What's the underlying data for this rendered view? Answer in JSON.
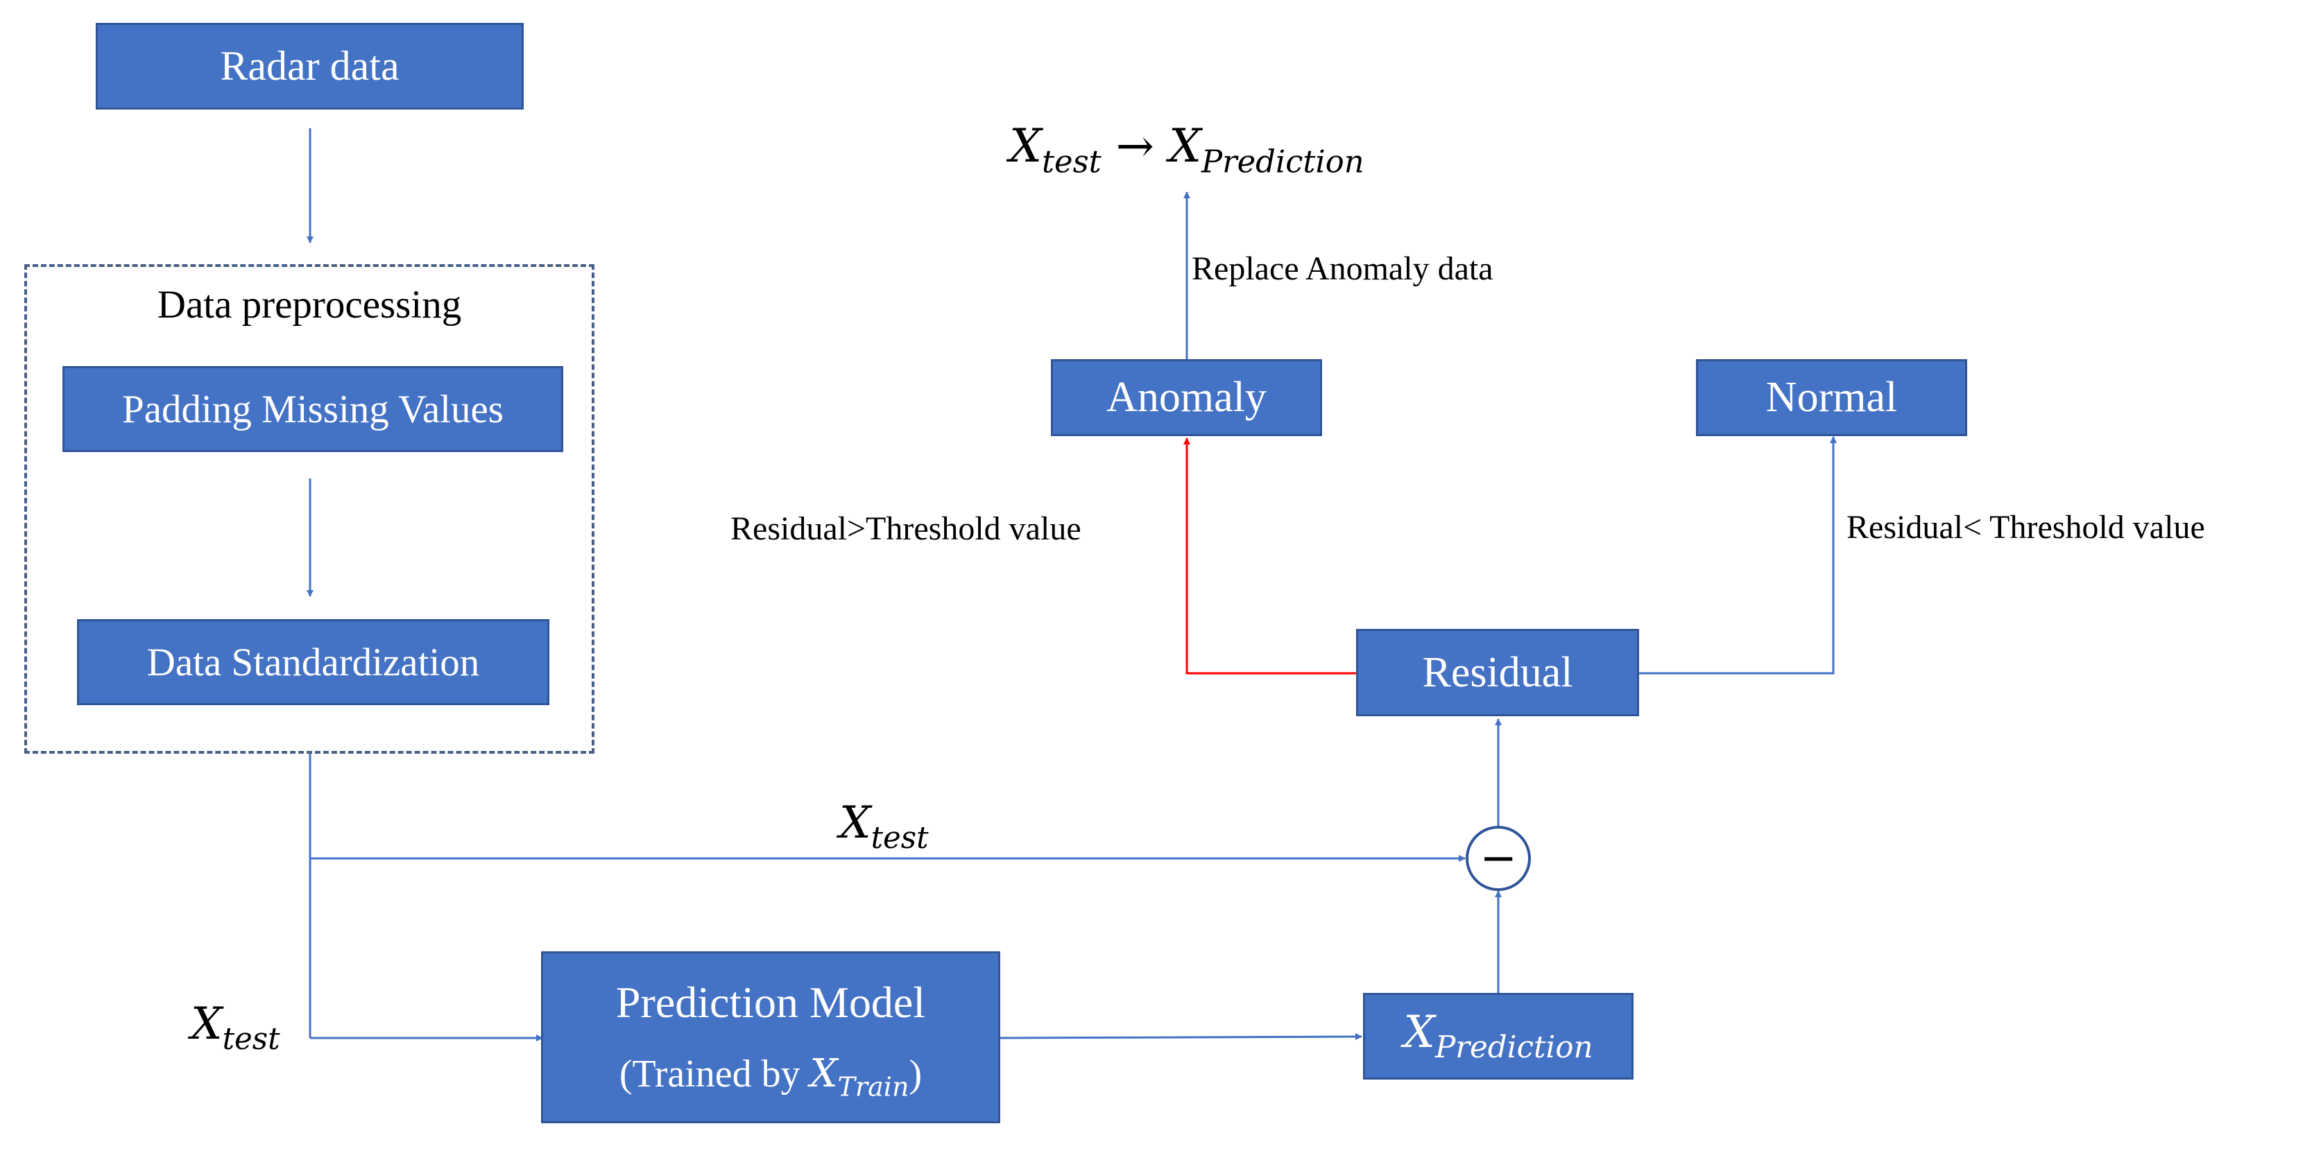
{
  "boxes": {
    "radar_data": "Radar data",
    "padding_missing_values": "Padding Missing Values",
    "data_standardization": "Data Standardization",
    "prediction_model_line1": "Prediction Model",
    "prediction_model_line2_prefix": "(Trained by ",
    "prediction_model_line2_var": "X",
    "prediction_model_line2_sub": "Train",
    "prediction_model_line2_suffix": ")",
    "x_prediction_var": "X",
    "x_prediction_sub": "Prediction",
    "residual": "Residual",
    "anomaly": "Anomaly",
    "normal": "Normal"
  },
  "group": {
    "title": "Data preprocessing"
  },
  "labels": {
    "top_formula_left_var": "X",
    "top_formula_left_sub": "test",
    "top_formula_arrow": "→",
    "top_formula_right_var": "X",
    "top_formula_right_sub": "Prediction",
    "replace_anomaly": "Replace Anomaly data",
    "residual_greater": "Residual>Threshold value",
    "residual_less": "Residual< Threshold value",
    "x_test_mid_var": "X",
    "x_test_mid_sub": "test",
    "x_test_left_var": "X",
    "x_test_left_sub": "test",
    "minus_symbol": "−"
  },
  "colors": {
    "box_fill": "#4472c4",
    "box_border": "#2f5597",
    "connector": "#4472c4",
    "anomaly_connector": "#ff0000",
    "frame": "#4a5f85"
  }
}
